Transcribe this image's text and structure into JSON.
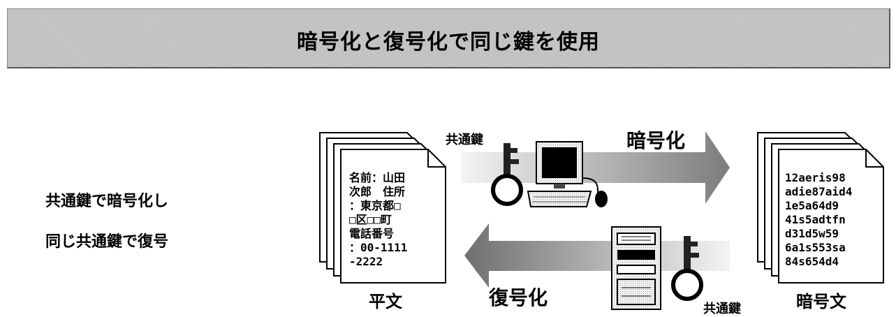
{
  "header": {
    "title": "暗号化と復号化で同じ鍵を使用"
  },
  "description": {
    "line1": "共通鍵で暗号化し",
    "line2": "同じ共通鍵で復号"
  },
  "plaintext": {
    "label": "平文",
    "lines": [
      "名前：山田",
      "次郎　住所",
      "：東京都□",
      "□区□□町",
      "電話番号",
      "：00-1111",
      "-2222"
    ]
  },
  "ciphertext": {
    "label": "暗号文",
    "lines": [
      "12aeris98",
      "adie87aid4",
      "1e5a64d9",
      "41s5adtfn",
      "d31d5w59",
      "6a1s553sa",
      "84s654d4"
    ]
  },
  "encrypt": {
    "label": "暗号化",
    "key_label": "共通鍵"
  },
  "decrypt": {
    "label": "復号化",
    "key_label": "共通鍵"
  },
  "icons": [
    "key-icon",
    "computer-icon",
    "server-icon",
    "document-icon"
  ]
}
